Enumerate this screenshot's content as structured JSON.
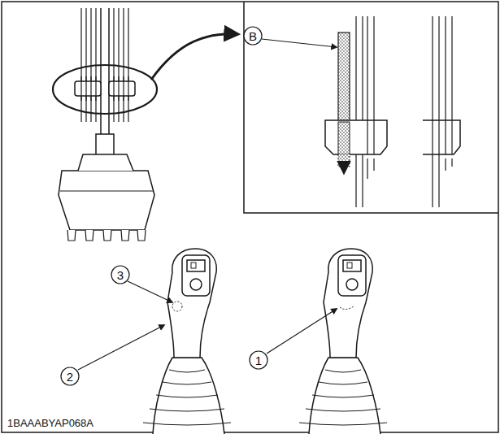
{
  "diagram": {
    "labels": [
      "B",
      "3",
      "2",
      "1",
      "1BAAABYAP068A"
    ]
  }
}
